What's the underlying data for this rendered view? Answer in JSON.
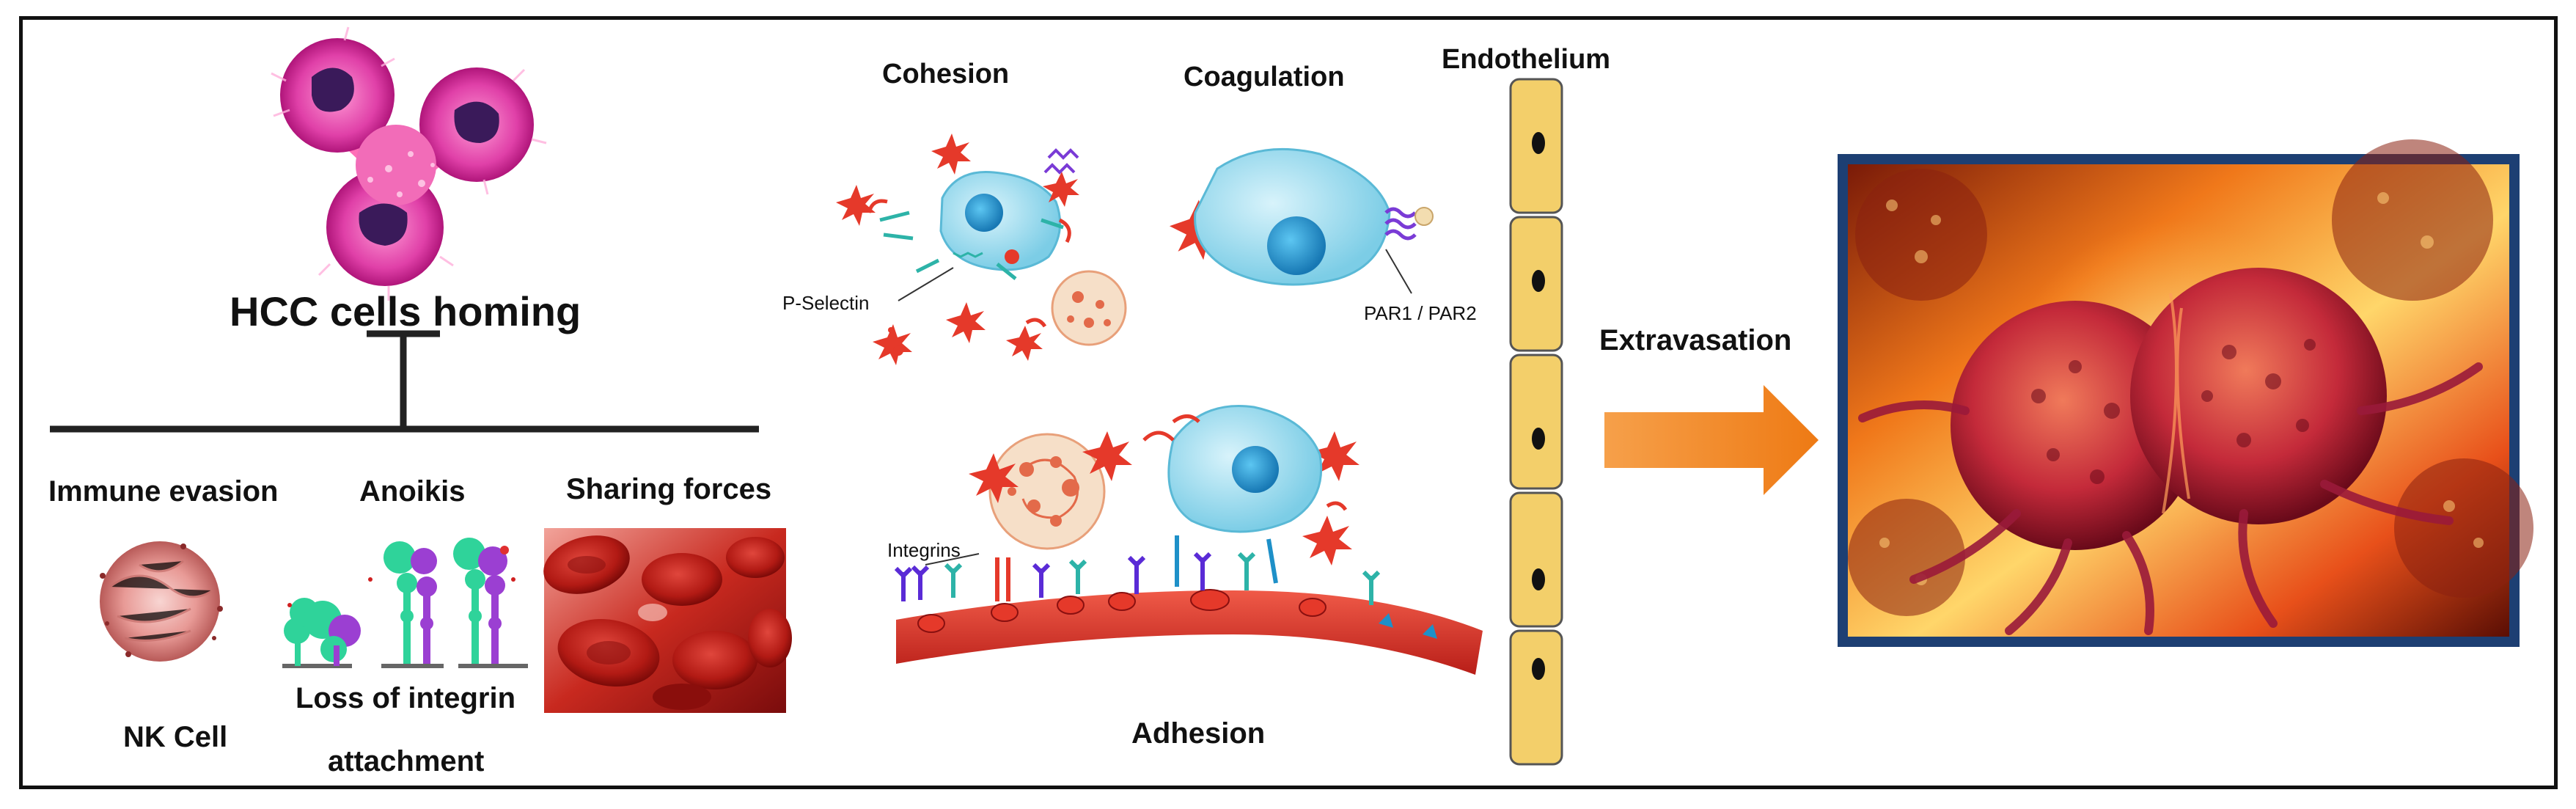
{
  "labels": {
    "homing": "HCC cells homing",
    "immune_evasion": "Immune evasion",
    "anoikis": "Anoikis",
    "sharing_forces": "Sharing forces",
    "nk_cell": "NK Cell",
    "loss_integrin_line1": "Loss of integrin",
    "loss_integrin_line2": "attachment",
    "cohesion": "Cohesion",
    "coagulation": "Coagulation",
    "endothelium": "Endothelium",
    "p_selectin": "P-Selectin",
    "par": "PAR1 / PAR2",
    "integrins": "Integrins",
    "adhesion": "Adhesion",
    "extravasation": "Extravasation"
  },
  "colors": {
    "platelet_red": "#e5392a",
    "tumor_cell": "#8fd6ea",
    "nucleus": "#1e90c8",
    "endothelial_cell": "#f3cf6a",
    "arrow_orange": "#f28a1e",
    "cancer_image_frame": "#1d3f73",
    "blood_cell_red": "#c0241c"
  }
}
